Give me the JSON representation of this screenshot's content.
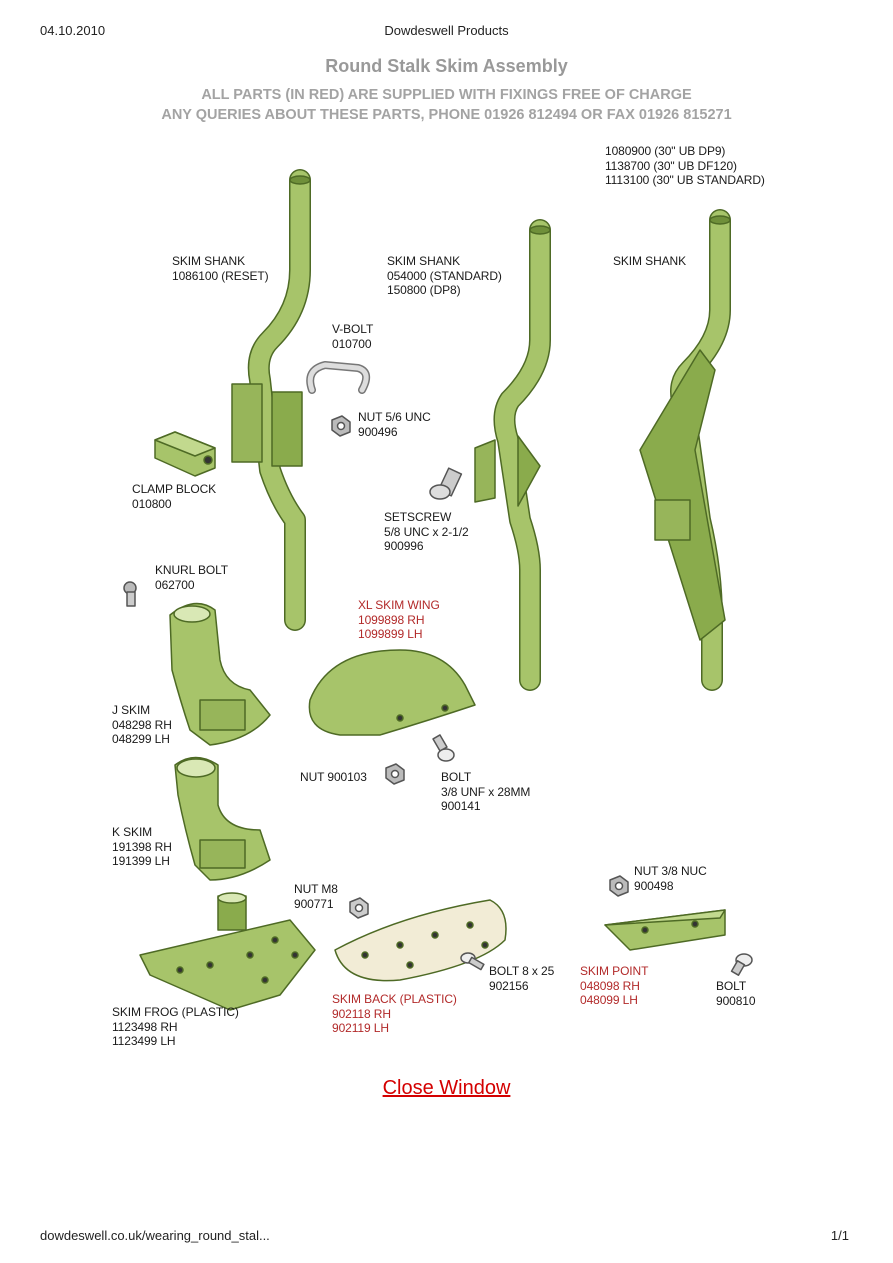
{
  "header": {
    "date": "04.10.2010",
    "site": "Dowdeswell Products"
  },
  "title": "Round Stalk Skim Assembly",
  "subtitle_lines": [
    "ALL PARTS (IN RED) ARE SUPPLIED WITH FIXINGS FREE OF CHARGE",
    "ANY QUERIES ABOUT THESE PARTS, PHONE 01926 812494 OR FAX 01926 815271"
  ],
  "parts": {
    "ub_codes": [
      "1080900 (30\" UB DP9)",
      "1138700 (30\" UB DF120)",
      "1113100 (30\" UB STANDARD)"
    ],
    "skim_shank_reset": [
      "SKIM SHANK",
      "1086100 (RESET)"
    ],
    "skim_shank_standard": [
      "SKIM SHANK",
      "054000 (STANDARD)",
      "150800 (DP8)"
    ],
    "skim_shank_ub": [
      "SKIM SHANK"
    ],
    "v_bolt": [
      "V-BOLT",
      "010700"
    ],
    "nut_56": [
      "NUT 5/6 UNC",
      "900496"
    ],
    "clamp_block": [
      "CLAMP BLOCK",
      "010800"
    ],
    "setscrew": [
      "SETSCREW",
      "5/8 UNC x 2-1/2",
      "900996"
    ],
    "knurl_bolt": [
      "KNURL BOLT",
      "062700"
    ],
    "xl_skim_wing": [
      "XL SKIM WING",
      "1099898 RH",
      "1099899 LH"
    ],
    "j_skim": [
      "J SKIM",
      "048298 RH",
      "048299 LH"
    ],
    "nut_900103": [
      "NUT 900103"
    ],
    "bolt_38": [
      "BOLT",
      "3/8 UNF x 28MM",
      "900141"
    ],
    "k_skim": [
      "K SKIM",
      "191398 RH",
      "191399 LH"
    ],
    "nut_38_nuc": [
      "NUT 3/8 NUC",
      "900498"
    ],
    "nut_m8": [
      "NUT M8",
      "900771"
    ],
    "bolt_8x25": [
      "BOLT 8 x 25",
      "902156"
    ],
    "skim_point": [
      "SKIM POINT",
      "048098 RH",
      "048099 LH"
    ],
    "bolt_900810": [
      "BOLT",
      "900810"
    ],
    "skim_frog": [
      "SKIM FROG (PLASTIC)",
      "1123498 RH",
      "1123499 LH"
    ],
    "skim_back": [
      "SKIM BACK (PLASTIC)",
      "902118 RH",
      "902119 LH"
    ]
  },
  "close_link": "Close Window",
  "footer": {
    "url": "dowdeswell.co.uk/wearing_round_stal...",
    "page": "1/1"
  },
  "colors": {
    "part_fill": "#a7c46a",
    "part_dark": "#6f8f3a",
    "red_text": "#b22a2a",
    "link": "#d40000",
    "title_gray": "#999999"
  }
}
